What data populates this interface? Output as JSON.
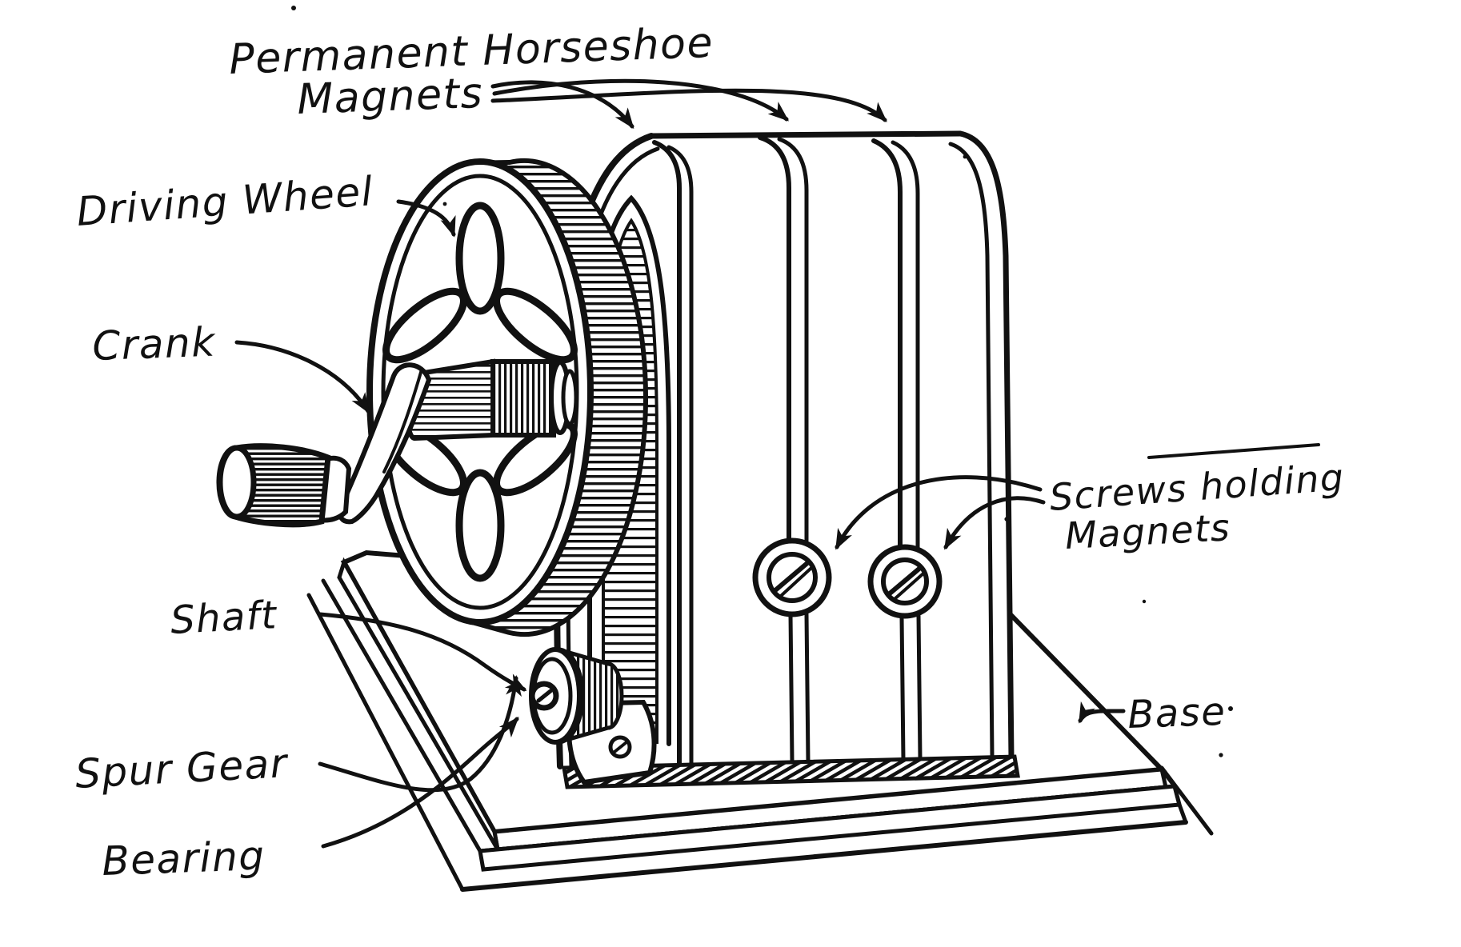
{
  "figure": {
    "type": "technical-line-illustration",
    "subject": "Hand-cranked permanent magnet generator (magneto) on wooden base",
    "ink_color": "#111111",
    "background_color": "#ffffff",
    "labels": {
      "magnets_line1": "Permanent Horseshoe",
      "magnets_line2": "Magnets",
      "driving_wheel": "Driving Wheel",
      "crank": "Crank",
      "shaft": "Shaft",
      "spur_gear": "Spur Gear",
      "bearing": "Bearing",
      "screws_line1": "Screws holding",
      "screws_line2": "Magnets",
      "base": "Base"
    }
  }
}
